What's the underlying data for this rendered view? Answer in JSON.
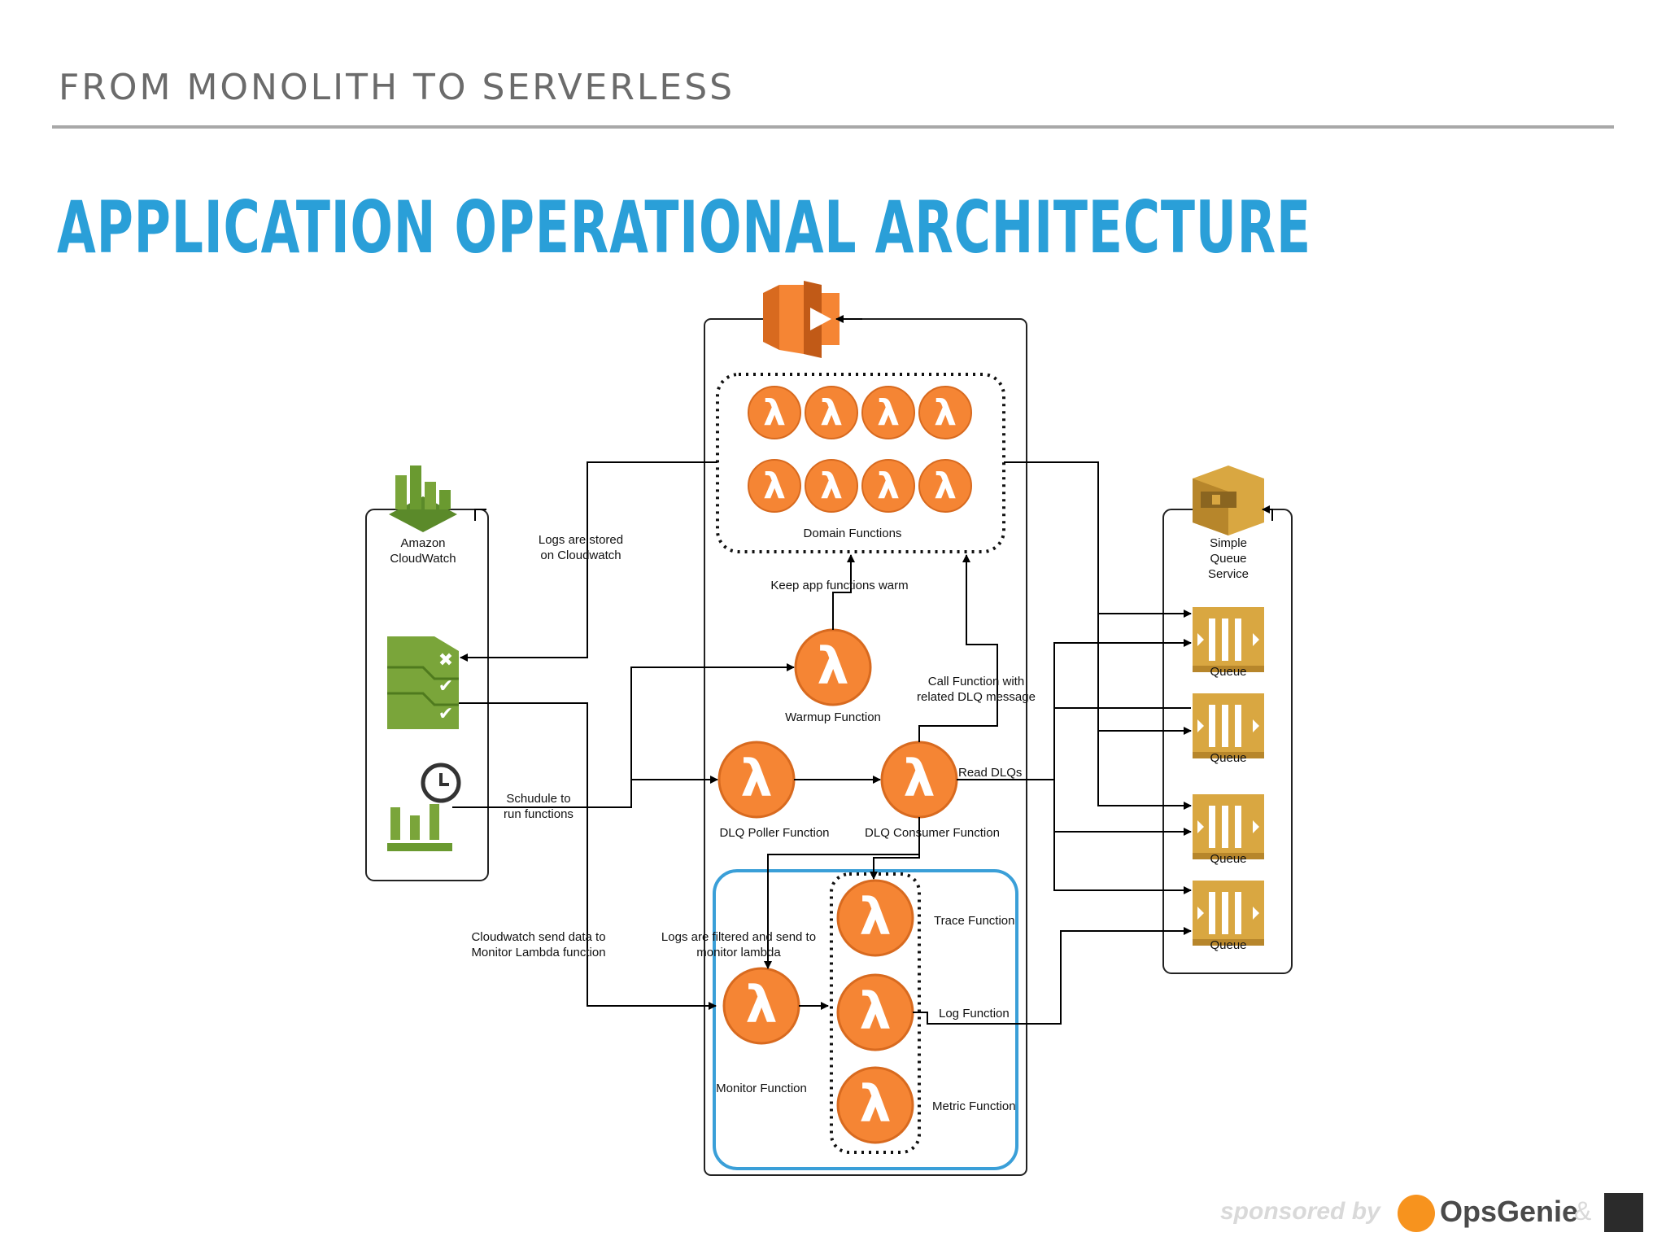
{
  "slide": {
    "subtitle": "FROM MONOLITH TO SERVERLESS",
    "title": "APPLICATION OPERATIONAL ARCHITECTURE"
  },
  "nodes": {
    "cloudwatch": "Amazon\nCloudWatch",
    "cloudwatch_line1": "Amazon",
    "cloudwatch_line2": "CloudWatch",
    "sqs_line1": "Simple",
    "sqs_line2": "Queue",
    "sqs_line3": "Service",
    "domain_functions": "Domain Functions",
    "warmup_function": "Warmup Function",
    "dlq_poller_function": "DLQ Poller Function",
    "dlq_consumer_function": "DLQ Consumer Function",
    "trace_function": "Trace Function",
    "log_function": "Log Function",
    "metric_function": "Metric Function",
    "monitor_function": "Monitor Function",
    "queue": "Queue"
  },
  "edges": {
    "logs_stored_1": "Logs are stored",
    "logs_stored_2": "on Cloudwatch",
    "keep_warm": "Keep app functions warm",
    "call_function_1": "Call Function with",
    "call_function_2": "related DLQ message",
    "read_dlqs": "Read DLQs",
    "schedule_1": "Schudule to",
    "schedule_2": "run functions",
    "cw_send_1": "Cloudwatch send  data to",
    "cw_send_2": "Monitor Lambda function",
    "logs_filtered_1": "Logs are filtered and send to",
    "logs_filtered_2": "monitor lambda"
  },
  "footer": {
    "sponsored": "sponsored by",
    "brand": "OpsGenie",
    "amp": "&"
  },
  "colors": {
    "lambda": "#f58534",
    "cloudwatch": "#7aa53a",
    "sqs": "#d9a741",
    "title": "#2a9fd8",
    "monitor_box": "#3a9fd8"
  }
}
